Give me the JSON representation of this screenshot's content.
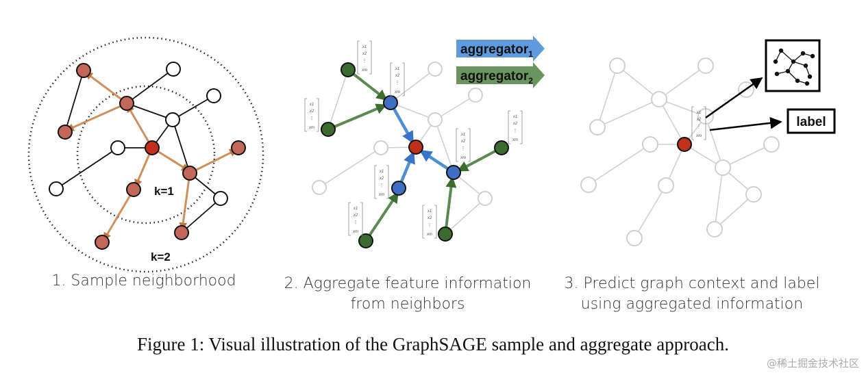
{
  "panels": {
    "p1": {
      "caption": "1. Sample neighborhood",
      "k1": "k=1",
      "k2": "k=2"
    },
    "p2": {
      "caption_line1": "2. Aggregate feature information",
      "caption_line2": "from neighbors",
      "agg1": "aggregator",
      "agg1_sub": "1",
      "agg2": "aggregator",
      "agg2_sub": "2"
    },
    "p3": {
      "caption_line1": "3. Predict graph context and label",
      "caption_line2": "using aggregated information",
      "label_box": "label"
    }
  },
  "figure_caption": "Figure 1: Visual illustration of the GraphSAGE sample and aggregate approach.",
  "watermark": "@稀土掘金技术社区",
  "colors": {
    "red_node": "#c0301a",
    "sampled_node": "#c4675a",
    "blue_node": "#3f6fc5",
    "green_node": "#3b6b2e",
    "orange_edge": "#c9834a",
    "blue_arrow": "#4e8fd8",
    "green_arrow": "#5a8a4e",
    "grey": "#c8c8c8"
  }
}
